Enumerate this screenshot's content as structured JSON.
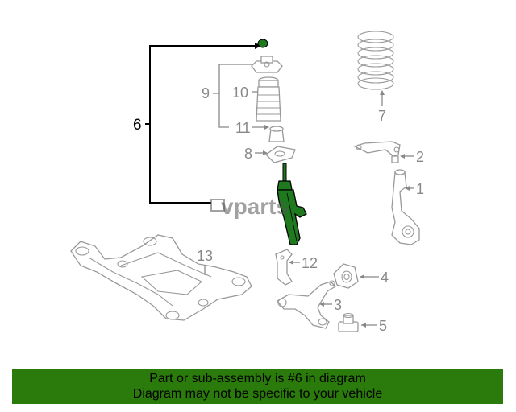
{
  "diagram": {
    "callouts": [
      "6",
      "7",
      "9",
      "10",
      "11",
      "8",
      "2",
      "1",
      "13",
      "12",
      "4",
      "3",
      "5"
    ],
    "watermark": "vparts",
    "highlight_color": "#1f7a1f"
  },
  "banner": {
    "line1": "Part or sub-assembly is #6 in diagram",
    "line2": "Diagram may not be specific to your vehicle",
    "background": "#2a7a0c"
  }
}
